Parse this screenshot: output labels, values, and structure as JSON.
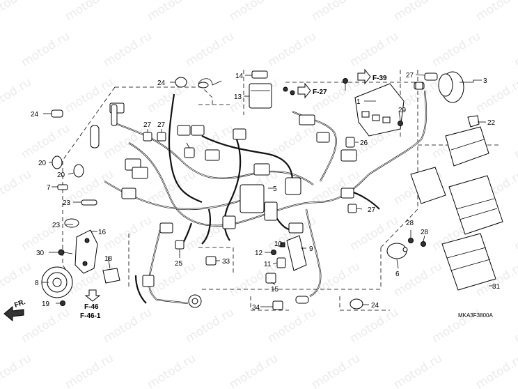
{
  "diagram": {
    "code": "MKA3F3800A",
    "watermark": "motod.ru",
    "front_label": "FR.",
    "references": [
      "F-27",
      "F-39",
      "F-46",
      "F-46-1"
    ],
    "callouts": {
      "c1": "1",
      "c3": "3",
      "c5": "5",
      "c6": "6",
      "c7": "7",
      "c8": "8",
      "c9": "9",
      "c10": "10",
      "c11": "11",
      "c12": "12",
      "c13": "13",
      "c14": "14",
      "c15": "15",
      "c16": "16",
      "c18": "18",
      "c19": "19",
      "c20": "20",
      "c22": "22",
      "c23": "23",
      "c24": "24",
      "c25": "25",
      "c26": "26",
      "c27": "27",
      "c28": "28",
      "c29": "29",
      "c30": "30",
      "c31": "31",
      "c33": "33",
      "c34": "34"
    }
  }
}
